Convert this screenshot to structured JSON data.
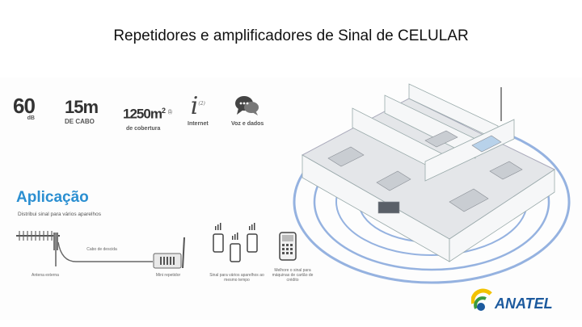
{
  "title": "Repetidores e amplificadores de Sinal de CELULAR",
  "specs": {
    "gain_value": "60",
    "gain_unit": "dB",
    "cable_value": "15m",
    "cable_label": "DE CABO",
    "area_value": "1250m",
    "area_sup": "2",
    "area_note": "(1)",
    "area_label": "de cobertura",
    "internet_symbol": "i",
    "internet_note": "(2)",
    "internet_label": "Internet",
    "voice_label": "Voz e dados"
  },
  "application": {
    "heading": "Aplicação",
    "subtitle": "Distribui sinal para vários aparelhos",
    "captions": {
      "antenna": "Antena externa",
      "cable": "Cabo de descida",
      "repeater": "Mini repetidor",
      "phones": "Sinal para vários aparelhos ao mesmo tempo",
      "card": "Melhore o sinal para máquinas de cartão de crédito"
    }
  },
  "logo": {
    "text": "ANATEL",
    "colors": {
      "blue": "#1c5a9e",
      "yellow": "#f2c200",
      "green": "#3b9b3e"
    }
  },
  "colors": {
    "accent": "#2b8fd1",
    "signal": "#3f74c8"
  }
}
